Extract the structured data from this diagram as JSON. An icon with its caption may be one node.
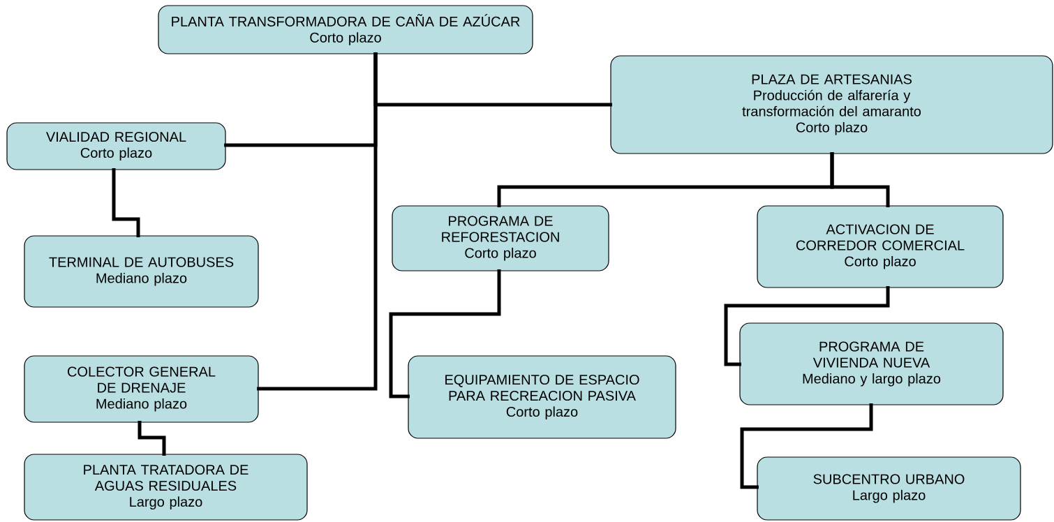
{
  "diagram": {
    "nodes": [
      {
        "text": [
          "PLANTA TRANSFORMADORA DE CAÑA DE AZÚCAR",
          "Corto plazo"
        ]
      },
      {
        "text": [
          "PLAZA DE ARTESANIAS",
          "Producción de alfarería y transformación del amaranto",
          "Corto plazo"
        ]
      },
      {
        "text": [
          "VIALIDAD REGIONAL",
          "Corto plazo"
        ]
      },
      {
        "text": [
          "TERMINAL DE AUTOBUSES",
          "Mediano plazo"
        ]
      },
      {
        "text": [
          "PROGRAMA DE REFORESTACION",
          "Corto plazo"
        ]
      },
      {
        "text": [
          "ACTIVACION DE CORREDOR COMERCIAL",
          "Corto plazo"
        ]
      },
      {
        "text": [
          "COLECTOR GENERAL DE DRENAJE",
          "Mediano plazo"
        ]
      },
      {
        "text": [
          "EQUIPAMIENTO DE ESPACIO PARA RECREACION PASIVA",
          "Corto plazo"
        ]
      },
      {
        "text": [
          "PROGRAMA DE VIVIENDA NUEVA",
          "Mediano y largo plazo"
        ]
      },
      {
        "text": [
          "PLANTA TRATADORA DE AGUAS RESIDUALES",
          "Largo plazo"
        ]
      },
      {
        "text": [
          "SUBCENTRO URBANO",
          "Largo plazo"
        ]
      }
    ],
    "edges": [
      {
        "from": 0,
        "to": 1,
        "arrow": "none"
      },
      {
        "from": 0,
        "to": 2,
        "arrow": "none"
      },
      {
        "from": 0,
        "to": 6,
        "arrow": "none"
      },
      {
        "from": 2,
        "to": 3,
        "arrow": "none"
      },
      {
        "from": 1,
        "to": 4,
        "arrow": "none"
      },
      {
        "from": 1,
        "to": 5,
        "arrow": "none"
      },
      {
        "from": 4,
        "to": 7,
        "arrow": "none"
      },
      {
        "from": 5,
        "to": 8,
        "arrow": "none"
      },
      {
        "from": 6,
        "to": 9,
        "arrow": "none"
      },
      {
        "from": 8,
        "to": 10,
        "arrow": "none"
      }
    ]
  }
}
